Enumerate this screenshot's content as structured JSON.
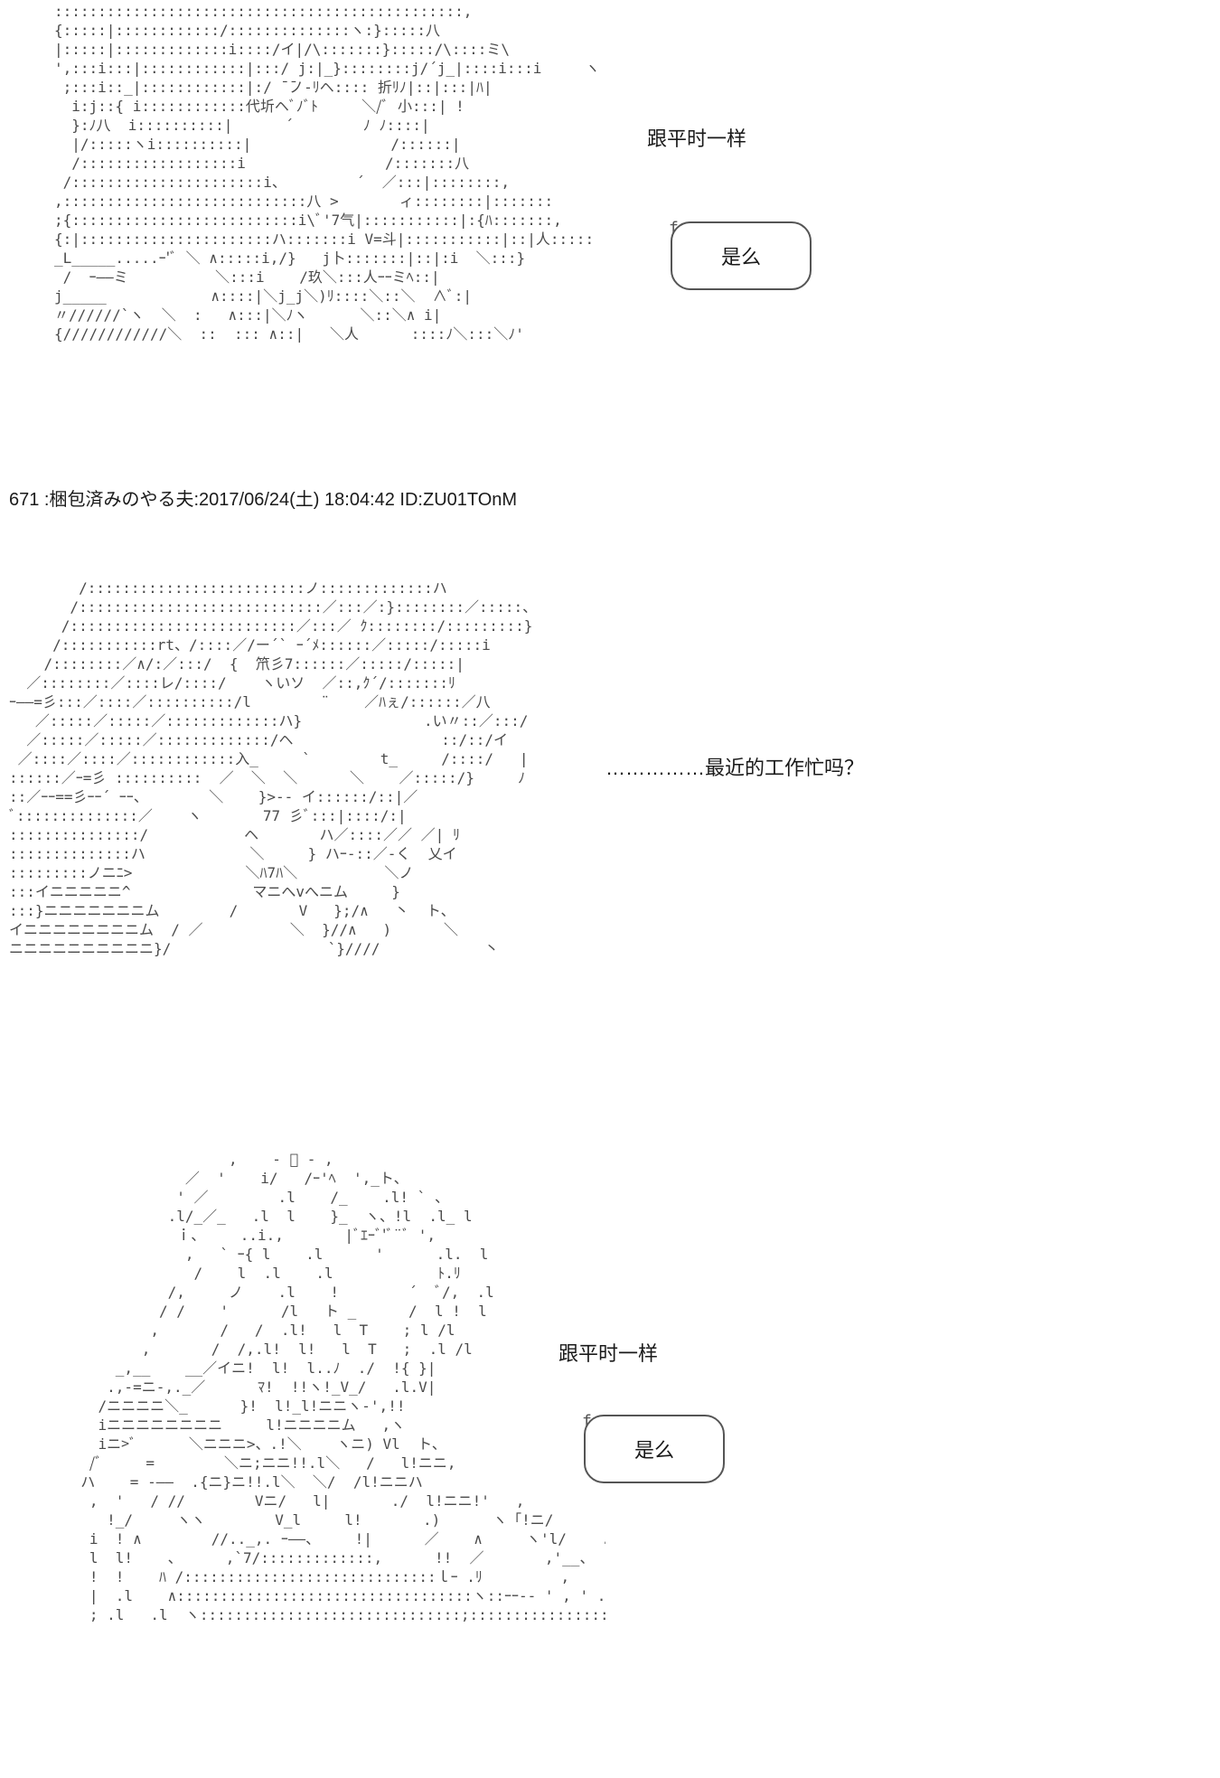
{
  "panel1": {
    "art": ":::::::::::::::::::::::::::::::::::::::::::::::,\n{:::::|::::::::::::/::::::::::::::ヽ:}:::::八\n|:::::|:::::::::::::i::::/イ|/\\:::::::}:::::/\\::::ミ\\\n',:::i:::|::::::::::::|:::/ j:|_}::::::::j/´j_|::::i:::i     ヽ\n ;:::i::_|::::::::::::|:/ ̄ ̄ノ‐ﾘヘ:::: 折ﾘﾉ|::|:::|ﾊ|\n  i:j::{ i::::::::::::代圻ヘﾞﾉﾞﾄ     ＼/ﾞ 小:::| !\n  }:ﾉ八  i::::::::::|      ´        ﾉ ﾉ::::|\n  |/:::::ヽi::::::::::|                /::::::|\n  /::::::::::::::::::i                /:::::::八\n /::::::::::::::::::::::i、        ´  ／:::|::::::::,\n,::::::::::::::::::::::::::::八 >       ィ::::::::|:::::::\n;{::::::::::::::::::::::::::i\\ﾞ'7气|:::::::::::|:{ﾊ:::::::,\n{:|::::::::::::::::::::::ハ:::::::i V=斗|:::::::::::|::|人:::::::'\n_L_____.....ｰ'ﾞ ＼ ∧:::::i,/}   j卜:::::::|::|:i  ＼:::}\n /  ｰ――ミ          ＼:::i    /玖＼:::人ｰｰミﾍ::|\nj_____            ∧::::|＼j_j＼)ﾘ::::＼::＼  ∧ﾞ:|\n〃//////`ヽ  ＼  :   ∧:::|＼ﾉヽ      ＼::＼∧ i|\n{////////////＼  ::  ::: ∧::|   ＼人      ::::ﾉ＼:::＼ﾉ'",
    "caption": "跟平时一样",
    "bubble_text": "是么"
  },
  "post": {
    "header": "671 :梱包済みのやる夫:2017/06/24(土) 18:04:42 ID:ZU01TOnM"
  },
  "panel2": {
    "art": "        /:::::::::::::::::::::::::ノ:::::::::::::ハ\n       /::::::::::::::::::::::::::::／:::／:}::::::::／:::::、\n      /::::::::::::::::::::::::::／:::／ ｸ::::::::/:::::::::}::::\n     /:::::::::::rt、/::::／/ー´` ｰ´ﾒ::::::／:::::/:::::i\n    /::::::::／∧/:／:::/  {  笊彡7::::::／:::::/:::::|\n  ／::::::::／::::レ/::::/    ヽいソ  ／::,ｸ´/:::::::ﾘ\nｰ――=彡:::／::::／::::::::::/l        ¨    ／ﾊぇ/::::::／八\n   ／:::::／:::::／:::::::::::::ハ}              .い〃::／:::/\n  ／:::::／:::::／:::::::::::::/ヘ                 ::/::/イ\n ／::::／::::／::::::::::::入_     `        t_     /::::/   |\n::::::／ｰ=彡 ::::::::::  ／  ＼  ＼      ＼    ／:::::/}     ﾉ\n::／ｰｰ==彡ｰｰ´ ｰｰ、       ＼    }>-- イ::::::/::|／\nﾞ::::::::::::::／    ヽ       77 彡ﾞ:::|::::/:|\n:::::::::::::::/           ヘ       ハ／::::／／ ／| ﾘ\n::::::::::::::ハ            ＼     } ハｰ-::／-く  乂イ\n:::::::::ノニﾆ>             ＼ﾊ7ﾊ＼          ＼ノ\n:::イニニニニニ^              マニへvへニム     }\n:::}ニニニニニニニム        /       V   };/∧   丶  ト、\nイニニニニニニニニム  / ／          ＼  }//∧   )      ＼\nニニニニニニニニニニ}/                  `}////            丶",
    "caption": "……………最近的工作忙吗？"
  },
  "panel3": {
    "art": "                   ,    - ﾞ - ,\n              ／  '    i/   /ｰ'ﾍ  ',_ト、\n             ' ／        .l    /_    .l! ` 、\n            .l/_／_   .l  l    }_  ヽ、!l  .l_ l\n             ｉ、    ..i.,       |ﾞｴｰﾞ'ﾞ¨ﾞ ',\n              ,   ` ｰ{ l    .l      '      .l.  l\n               /    l  .l    .l            ﾄ.ﾘ\n            /,     ノ    .l    !        ´  ﾞ/,  .l\n           / /    '      /l   ト _      /  l !  l\n          ,       /   /  .l!   l  T    ; l /l\n         ,       /  /,.l!  l!   l  T   ;  .l /l\n      _,__    __／イニ!  l!  l..ﾉ  ./  !{ }|\n     .,-=ニ-,._／      ﾏ!  !!ヽ!_V_/   .l.V|\n    /ニニニニ＼_      }!  l!_l!ニニヽ-',!!\n    iニニニニニニニニ     l!ニニニニム   ,ヽ\n    iニ>ﾞ      ＼ニニニ>、.!＼    ヽニ) Vl  ト、\n   /ﾞ     =        ＼ニ;ニニ!!.l＼   /   l!ニニ,\n  ハ    = -――  .{ニ}ニ!!.l＼  ＼/  /l!ニニハ\n   ,  '   / //        Vニ/   l|       ./  l!ニニ!'   ,\n     !_/     ヽヽ        V_l     l!       .)      ヽ「!ニ/      ｰ、\n   i  ! ∧        //.._,. ｰ――、    !|      ／    ∧     ヽ'l/    .///!\n   l  l!    、     ,`7/:::::::::::::,      !!  ／       ,'__、     .!!.i    ./  ＼!\n   !  !    ﾊ /:::::::::::::::::::::::::::::ｌｰ .ﾘ         ,         ｰ､ !!!／      ∧\n   |  .l    ∧::::::::::::::::::::::::::::::::::ヽ::ｰｰ-- ' , ' ..     '!.!!  ／., -―、\n   ; .l   .l  ヽ::::::::::::::::::::::::::::::;::::::::::::::::::::::::::::  ―― ---'- 、:::::,",
    "caption": "跟平时一样",
    "bubble_text": "是么"
  }
}
